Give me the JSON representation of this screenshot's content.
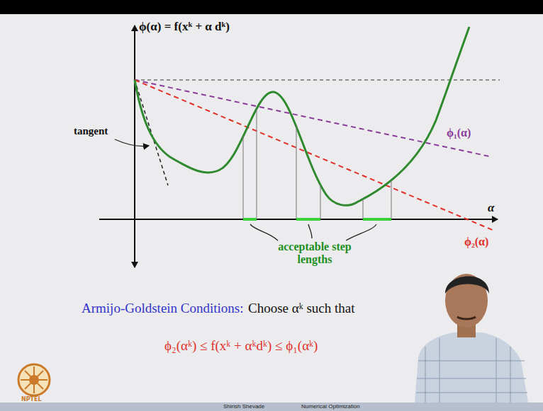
{
  "diagram": {
    "labels": [
      "ϕ(α) = f(xᵏ + α dᵏ)",
      "tangent",
      "ϕ₁(α)",
      "α",
      "acceptable step lengths",
      "ϕ₂(α)",
      "Armijo-Goldstein Conditions:",
      "Choose αᵏ such that",
      "ϕ₂(αᵏ) ≤ f(xᵏ + αᵏdᵏ) ≤ ϕ₁(αᵏ)",
      "NPTEL",
      "Shirish Shevade",
      "Numerical Optimization"
    ]
  }
}
